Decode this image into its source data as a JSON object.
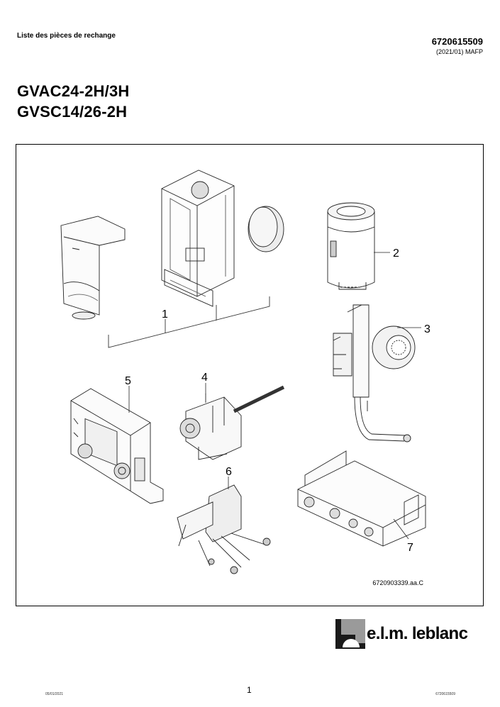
{
  "header": {
    "title": "Liste des pièces de rechange",
    "doc_number": "6720615509",
    "revision": "(2021/01) MAFP"
  },
  "models": [
    "GVAC24-2H/3H",
    "GVSC14/26-2H"
  ],
  "figure": {
    "reference": "6720903339.aa.C",
    "callouts": [
      "1",
      "2",
      "3",
      "4",
      "5",
      "6",
      "7"
    ]
  },
  "brand": {
    "name": "e.l.m. leblanc"
  },
  "footer": {
    "date": "05/01/2021",
    "page": "1",
    "ref": "6720615509"
  }
}
